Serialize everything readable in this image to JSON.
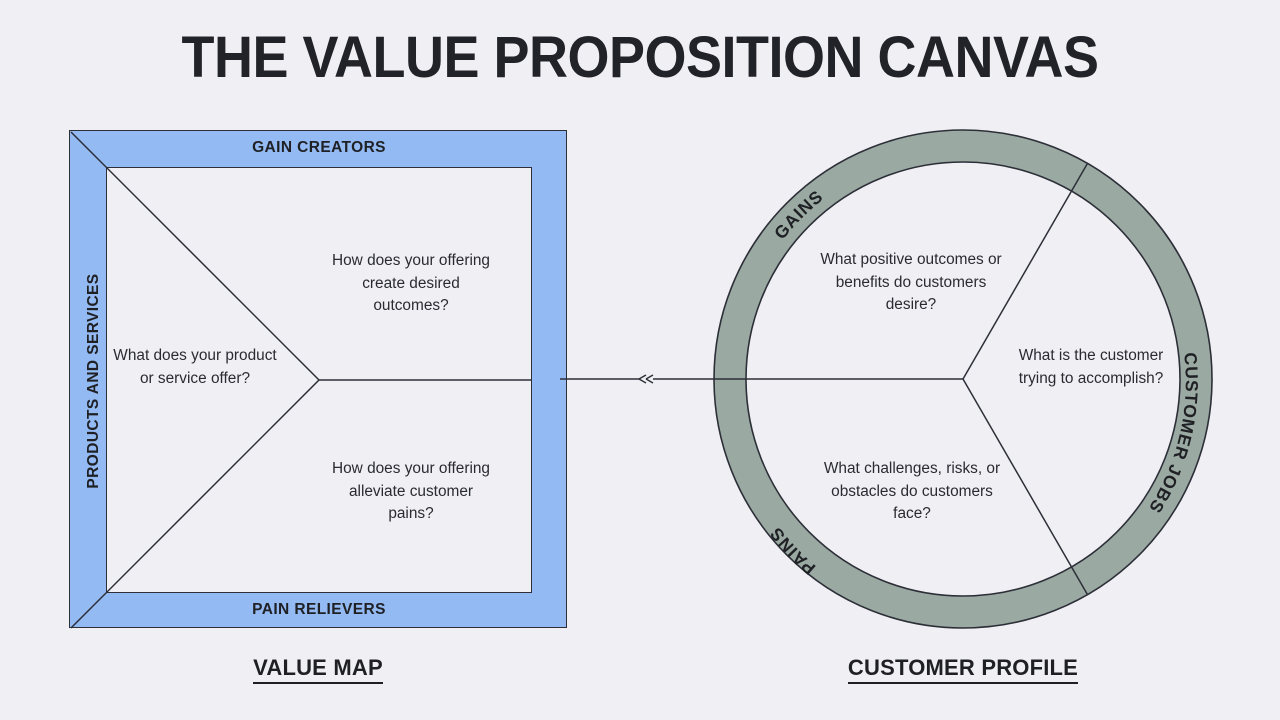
{
  "page": {
    "title": "THE VALUE PROPOSITION CANVAS",
    "background_color": "#f0eff4",
    "text_color": "#1f2024"
  },
  "value_map": {
    "caption": "VALUE MAP",
    "fill_color": "#93baf2",
    "stroke_color": "#2d2f38",
    "inner_fill": "#f0eff4",
    "bands": {
      "top": "GAIN CREATORS",
      "bottom": "PAIN RELIEVERS",
      "left": "PRODUCTS AND SERVICES"
    },
    "segments": {
      "products_and_services": "What does your product or service offer?",
      "gain_creators": "How does your offering create desired outcomes?",
      "pain_relievers": "How does your offering alleviate customer pains?"
    }
  },
  "customer_profile": {
    "caption": "CUSTOMER PROFILE",
    "ring_fill": "#9aa9a2",
    "stroke_color": "#2d2f38",
    "inner_fill": "#f0eff4",
    "ring_labels": {
      "gains": "GAINS",
      "customer_jobs": "CUSTOMER JOBS",
      "pains": "PAINS"
    },
    "segments": {
      "gains": "What positive outcomes or benefits do customers desire?",
      "customer_jobs": "What is the customer trying to accomplish?",
      "pains": "What challenges, risks, or obstacles do customers face?"
    }
  },
  "connector": {
    "name": "fit-arrow",
    "direction": "left"
  }
}
